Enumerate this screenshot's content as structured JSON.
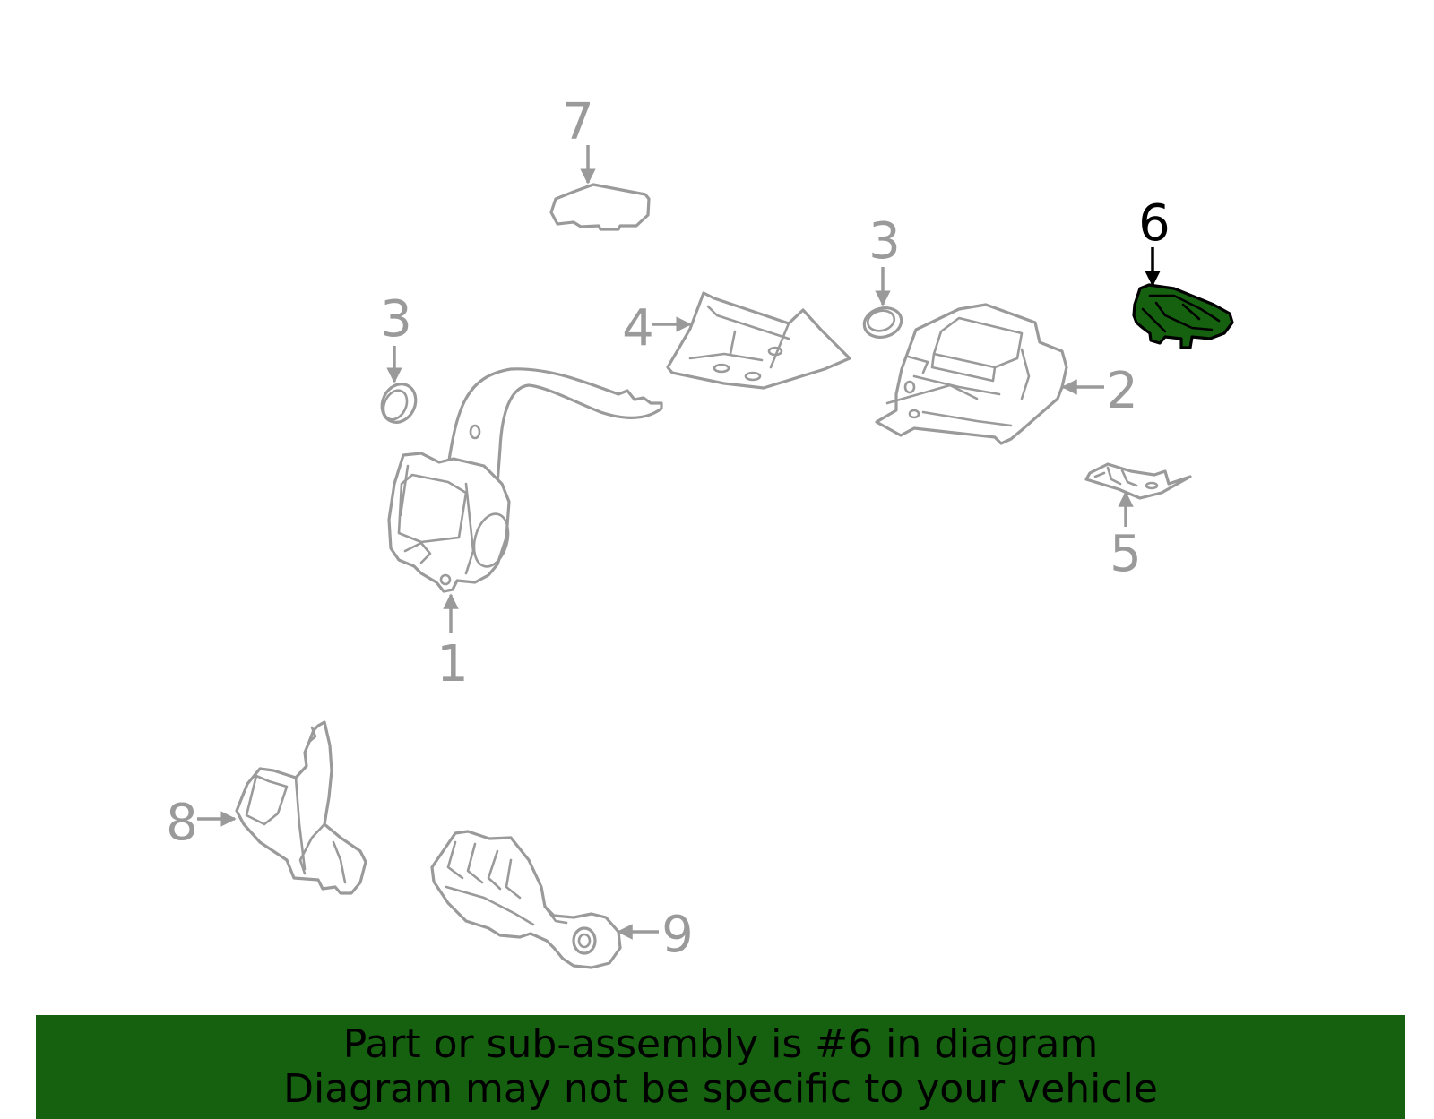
{
  "callouts": {
    "c1": "1",
    "c2": "2",
    "c3a": "3",
    "c3b": "3",
    "c4": "4",
    "c5": "5",
    "c6": "6",
    "c7": "7",
    "c8": "8",
    "c9": "9"
  },
  "highlighted_part": "6",
  "colors": {
    "highlight": "#166110",
    "line": "#9a9a9a",
    "banner_bg": "#166110"
  },
  "banner": {
    "line1": "Part or sub-assembly is #6 in diagram",
    "line2": "Diagram may not be specific to your vehicle"
  }
}
